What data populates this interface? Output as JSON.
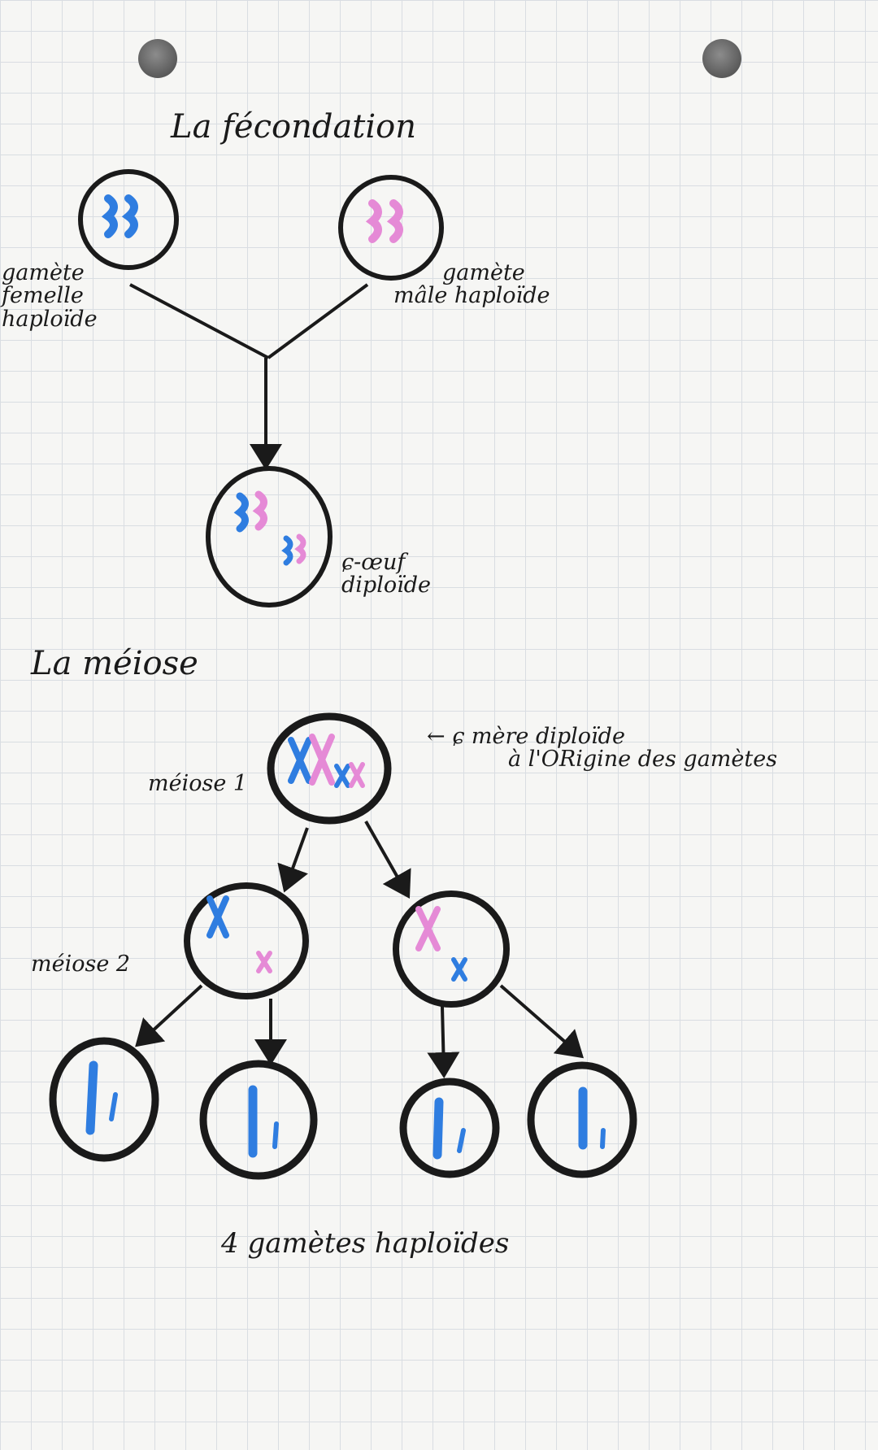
{
  "fecondation": {
    "title": "La fécondation",
    "female_label": [
      "gamète",
      "femelle",
      "haploïde"
    ],
    "male_label": [
      "gamète",
      "mâle haploïde"
    ],
    "zygote_label": [
      "ɕ-œuf",
      "diploïde"
    ]
  },
  "meiose": {
    "title": "La méiose",
    "step1_label": "méiose 1",
    "step2_label": "méiose 2",
    "mother_label": [
      "← ɕ mère diploïde",
      "à l'ORigine des gamètes"
    ],
    "result_label": "4 gamètes haploïdes"
  },
  "colors": {
    "ink": "#1a1a1a",
    "blue_chromosome": "#2f7de0",
    "pink_chromosome": "#e58ad6",
    "grid": "#d9dde2",
    "paper": "#f6f6f4"
  }
}
